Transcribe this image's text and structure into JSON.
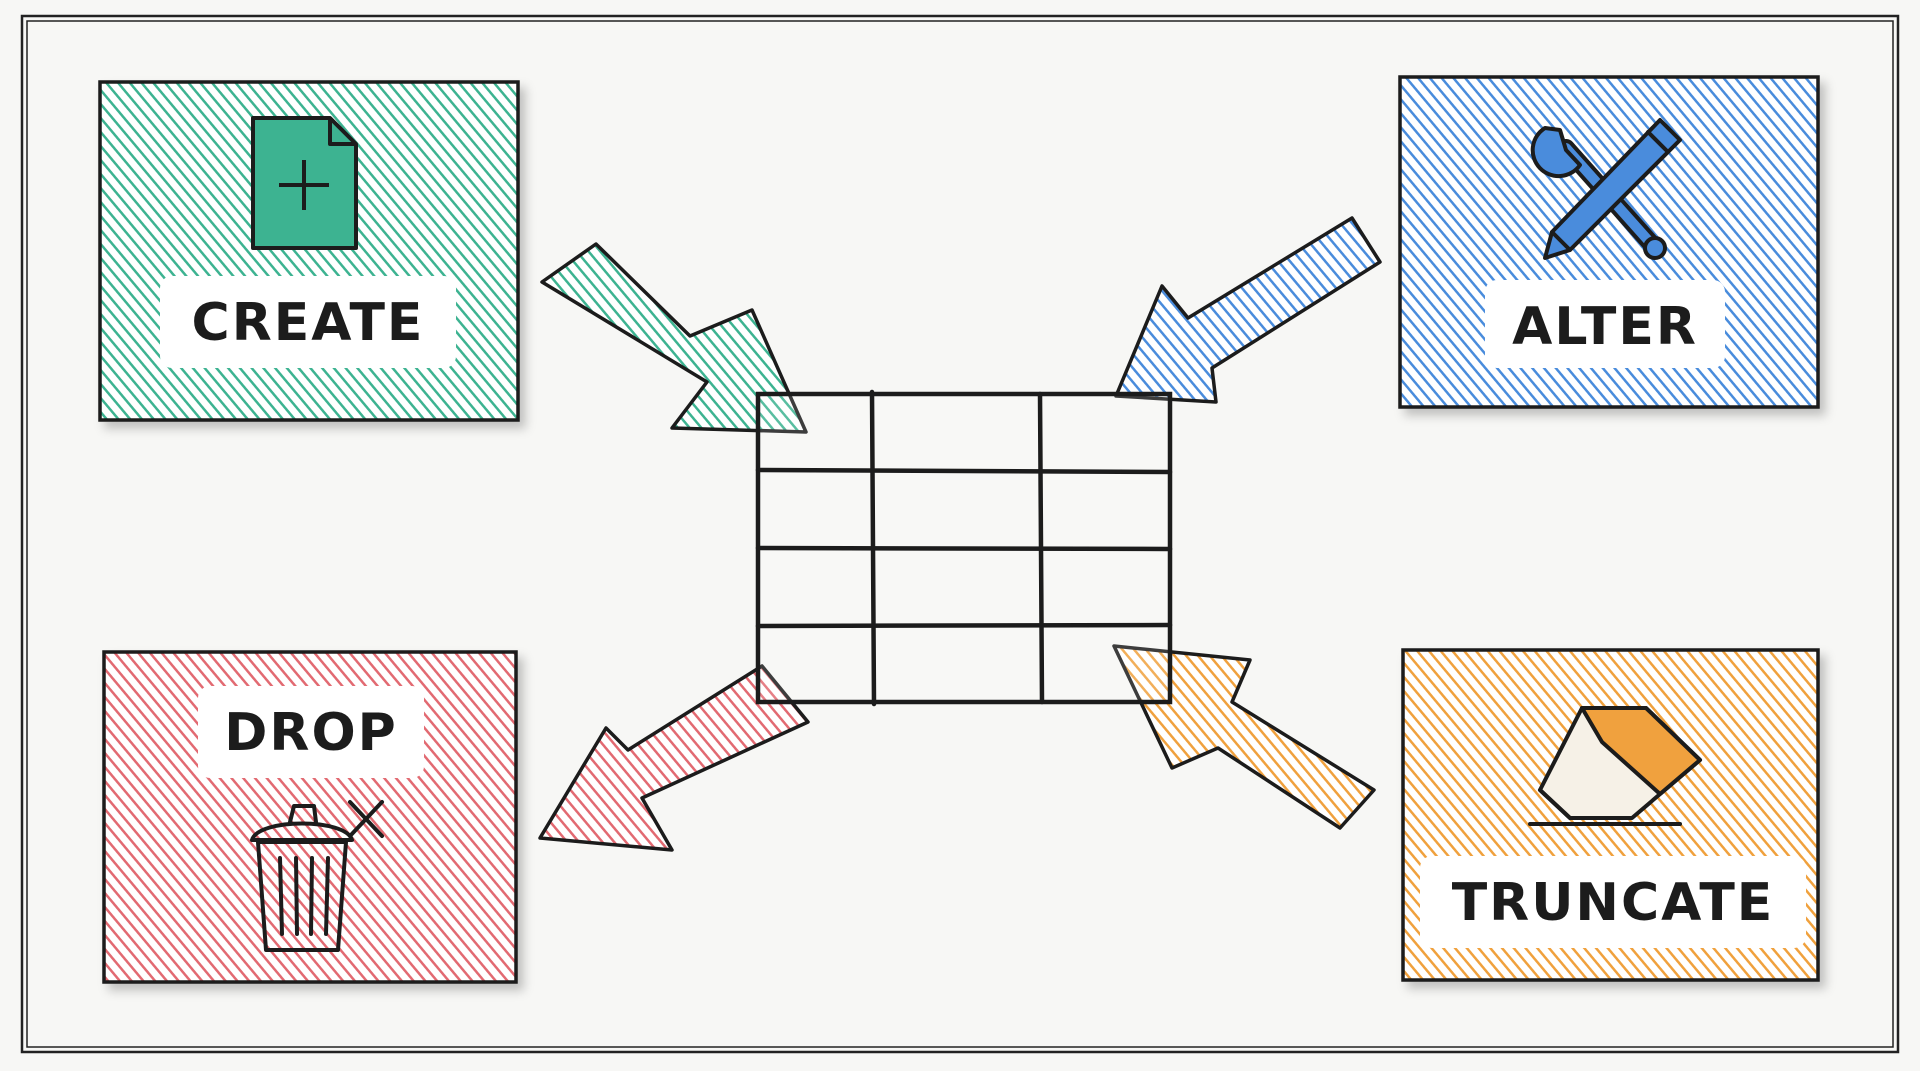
{
  "colors": {
    "create": "#3db391",
    "alter": "#4a8cdc",
    "drop": "#e26a72",
    "truncate": "#f0a13e",
    "ink": "#1c1c1c",
    "paper": "#f7f7f5"
  },
  "operations": {
    "create": {
      "label": "CREATE",
      "icon": "file-plus-icon"
    },
    "alter": {
      "label": "ALTER",
      "icon": "wrench-pencil-icon"
    },
    "drop": {
      "label": "DROP",
      "icon": "trash-delete-icon"
    },
    "truncate": {
      "label": "TRUNCATE",
      "icon": "eraser-icon"
    }
  },
  "table": {
    "rows": 4,
    "cols": 3,
    "icon": "table-grid-icon"
  }
}
